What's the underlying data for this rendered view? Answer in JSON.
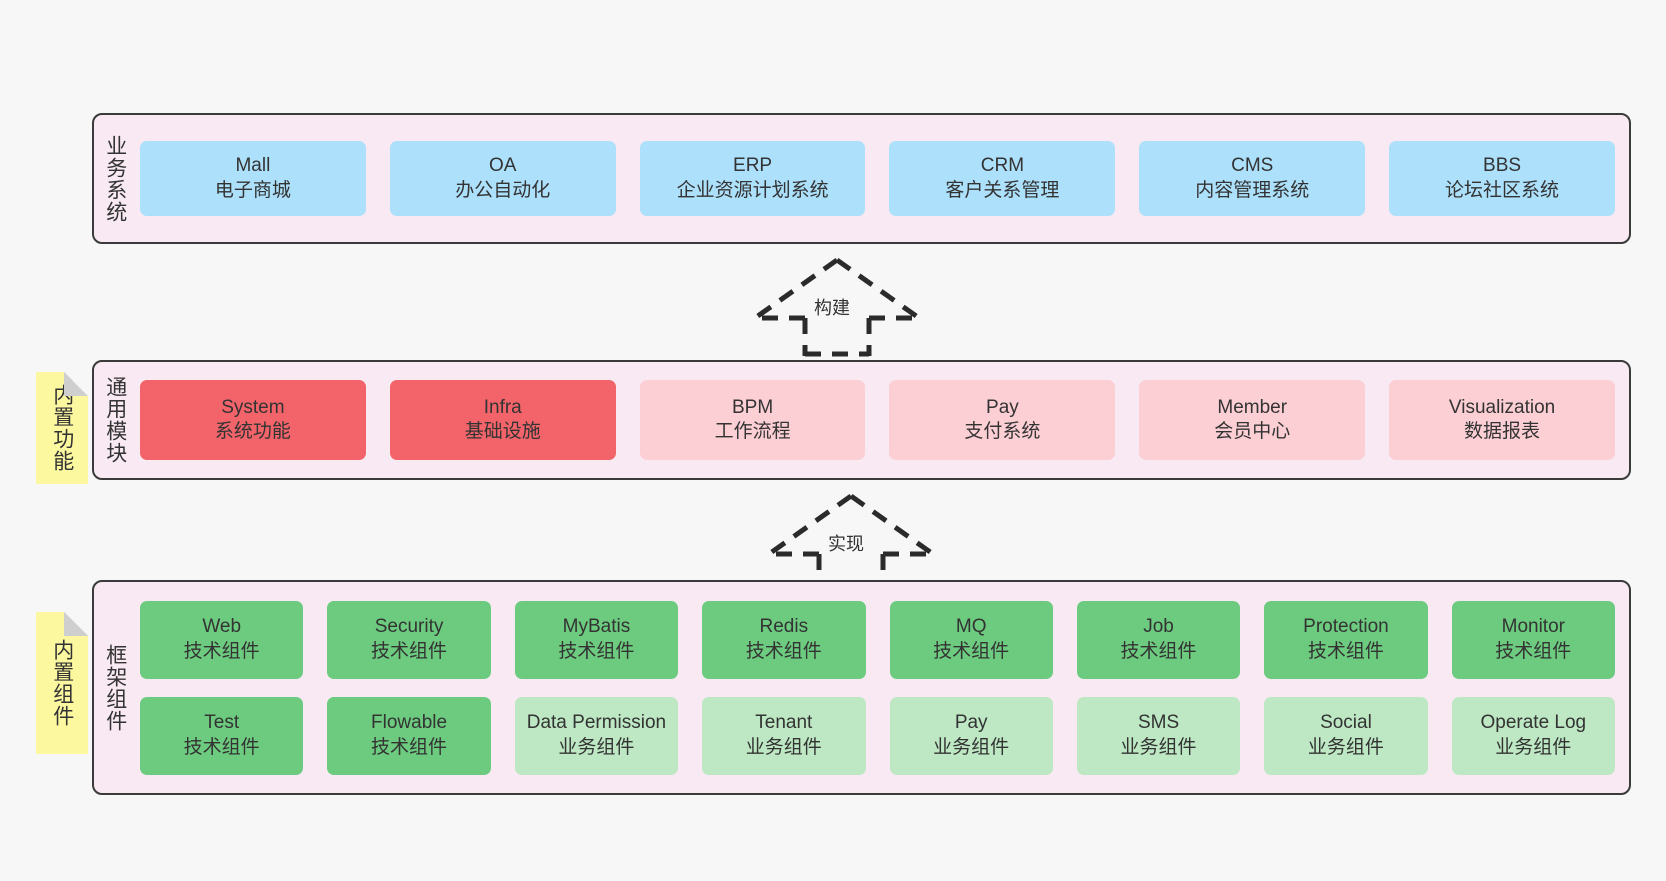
{
  "diagram": {
    "layers": [
      {
        "id": "business",
        "label": "业务系统",
        "rows": [
          [
            {
              "t1": "Mall",
              "t2": "电子商城"
            },
            {
              "t1": "OA",
              "t2": "办公自动化"
            },
            {
              "t1": "ERP",
              "t2": "企业资源计划系统"
            },
            {
              "t1": "CRM",
              "t2": "客户关系管理"
            },
            {
              "t1": "CMS",
              "t2": "内容管理系统"
            },
            {
              "t1": "BBS",
              "t2": "论坛社区系统"
            }
          ]
        ]
      },
      {
        "id": "common",
        "label": "通用模块",
        "rows": [
          [
            {
              "t1": "System",
              "t2": "系统功能"
            },
            {
              "t1": "Infra",
              "t2": "基础设施"
            },
            {
              "t1": "BPM",
              "t2": "工作流程"
            },
            {
              "t1": "Pay",
              "t2": "支付系统"
            },
            {
              "t1": "Member",
              "t2": "会员中心"
            },
            {
              "t1": "Visualization",
              "t2": "数据报表"
            }
          ]
        ]
      },
      {
        "id": "framework",
        "label": "框架组件",
        "rows": [
          [
            {
              "t1": "Web",
              "t2": "技术组件"
            },
            {
              "t1": "Security",
              "t2": "技术组件"
            },
            {
              "t1": "MyBatis",
              "t2": "技术组件"
            },
            {
              "t1": "Redis",
              "t2": "技术组件"
            },
            {
              "t1": "MQ",
              "t2": "技术组件"
            },
            {
              "t1": "Job",
              "t2": "技术组件"
            },
            {
              "t1": "Protection",
              "t2": "技术组件"
            },
            {
              "t1": "Monitor",
              "t2": "技术组件"
            }
          ],
          [
            {
              "t1": "Test",
              "t2": "技术组件"
            },
            {
              "t1": "Flowable",
              "t2": "技术组件"
            },
            {
              "t1": "Data Permission",
              "t2": "业务组件"
            },
            {
              "t1": "Tenant",
              "t2": "业务组件"
            },
            {
              "t1": "Pay",
              "t2": "业务组件"
            },
            {
              "t1": "SMS",
              "t2": "业务组件"
            },
            {
              "t1": "Social",
              "t2": "业务组件"
            },
            {
              "t1": "Operate Log",
              "t2": "业务组件"
            }
          ]
        ]
      }
    ],
    "notes": [
      {
        "id": "note-common",
        "text": "内置功能"
      },
      {
        "id": "note-framework",
        "text": "内置组件"
      }
    ],
    "arrows": [
      {
        "id": "arrow-build",
        "label": "构建"
      },
      {
        "id": "arrow-realize",
        "label": "实现"
      }
    ],
    "colors": {
      "layer_background": "#f8e9f3",
      "layer_border": "#3b3b3b",
      "business_card": "#ace0fb",
      "common_card_strong": "#f2646a",
      "common_card_soft": "#fccfd5",
      "framework_card_strong": "#6ccb7f",
      "framework_card_soft": "#bde8c3",
      "note": "#fbf8a0",
      "page_background": "#f7f7f7"
    }
  }
}
